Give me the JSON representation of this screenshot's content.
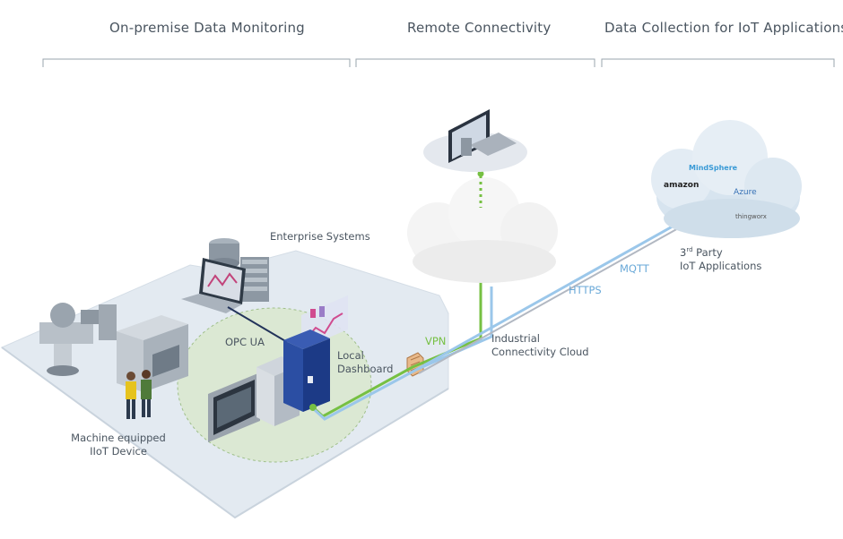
{
  "sections": {
    "on_premise": "On-premise Data Monitoring",
    "remote": "Remote Connectivity",
    "iot": "Data Collection for IoT Applications"
  },
  "labels": {
    "enterprise": "Enterprise Systems",
    "opcua": "OPC UA",
    "local_dashboard_1": "Local",
    "local_dashboard_2": "Dashboard",
    "machine_1": "Machine equipped",
    "machine_2": "IIoT Device",
    "vpn": "VPN",
    "industrial_cloud_1": "Industrial",
    "industrial_cloud_2": "Connectivity Cloud",
    "https": "HTTPS",
    "mqtt": "MQTT",
    "third_party_num": "3",
    "third_party_sup": "rd",
    "third_party_1": " Party",
    "third_party_2": "IoT Applications"
  },
  "cloud_logos": {
    "mindsphere": "MindSphere",
    "amazon": "amazon",
    "azure": "Azure",
    "thingworx": "thingworx"
  },
  "colors": {
    "vpn_line": "#76c043",
    "https_line": "#8fbfe6",
    "device_blue": "#1f3f8f",
    "platform": "#e2e9f0",
    "zone": "#dde9d6"
  }
}
